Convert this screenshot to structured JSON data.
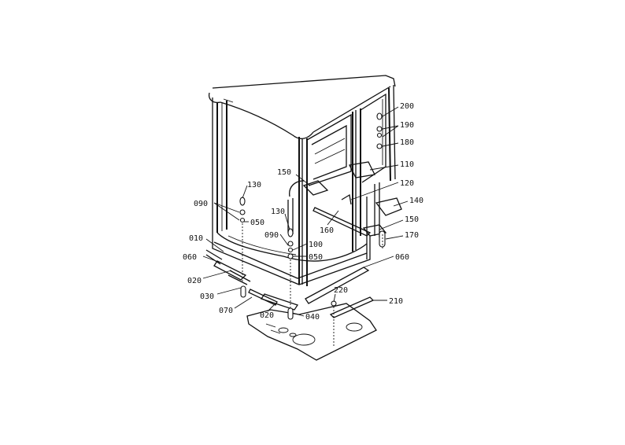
{
  "diagram": {
    "callouts": [
      {
        "id": "c200",
        "label": "200"
      },
      {
        "id": "c190",
        "label": "190"
      },
      {
        "id": "c180",
        "label": "180"
      },
      {
        "id": "c110",
        "label": "110"
      },
      {
        "id": "c150a",
        "label": "150"
      },
      {
        "id": "c120",
        "label": "120"
      },
      {
        "id": "c140",
        "label": "140"
      },
      {
        "id": "c150b",
        "label": "150"
      },
      {
        "id": "c170",
        "label": "170"
      },
      {
        "id": "c160",
        "label": "160"
      },
      {
        "id": "c130a",
        "label": "130"
      },
      {
        "id": "c090a",
        "label": "090"
      },
      {
        "id": "c050a",
        "label": "050"
      },
      {
        "id": "c130b",
        "label": "130"
      },
      {
        "id": "c090b",
        "label": "090"
      },
      {
        "id": "c100",
        "label": "100"
      },
      {
        "id": "c050b",
        "label": "050"
      },
      {
        "id": "c010",
        "label": "010"
      },
      {
        "id": "c060a",
        "label": "060"
      },
      {
        "id": "c060b",
        "label": "060"
      },
      {
        "id": "c020a",
        "label": "020"
      },
      {
        "id": "c030",
        "label": "030"
      },
      {
        "id": "c070",
        "label": "070"
      },
      {
        "id": "c020b",
        "label": "020"
      },
      {
        "id": "c040",
        "label": "040"
      },
      {
        "id": "c220",
        "label": "220"
      },
      {
        "id": "c210",
        "label": "210"
      }
    ]
  }
}
